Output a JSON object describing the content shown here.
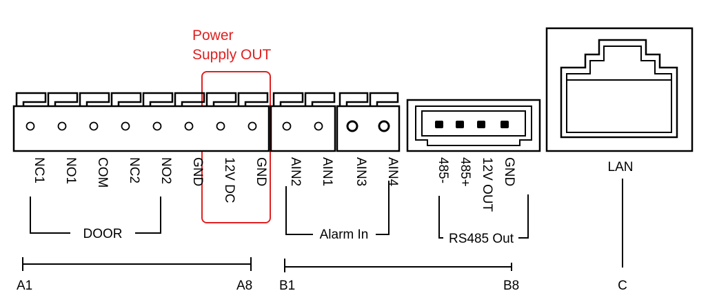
{
  "power_supply": {
    "line1": "Power",
    "line2": "Supply OUT",
    "highlight_color": "#e02020"
  },
  "terminal_a": {
    "pins": [
      "NC1",
      "NO1",
      "COM",
      "NC2",
      "NO2",
      "GND",
      "12V DC",
      "GND"
    ]
  },
  "alarm_block": {
    "pins": [
      "AIN2",
      "AIN1"
    ]
  },
  "alarm_block_b": {
    "pins": [
      "AIN3",
      "AIN4"
    ]
  },
  "rs485_connector": {
    "pins": [
      "485-",
      "485+",
      "12V OUT",
      "GND"
    ]
  },
  "lan_port": {
    "label": "LAN"
  },
  "groups": {
    "door": "DOOR",
    "alarm_in": "Alarm In",
    "rs485_out": "RS485 Out"
  },
  "ranges": {
    "a_start": "A1",
    "a_end": "A8",
    "b_start": "B1",
    "b_end": "B8",
    "c": "C"
  }
}
